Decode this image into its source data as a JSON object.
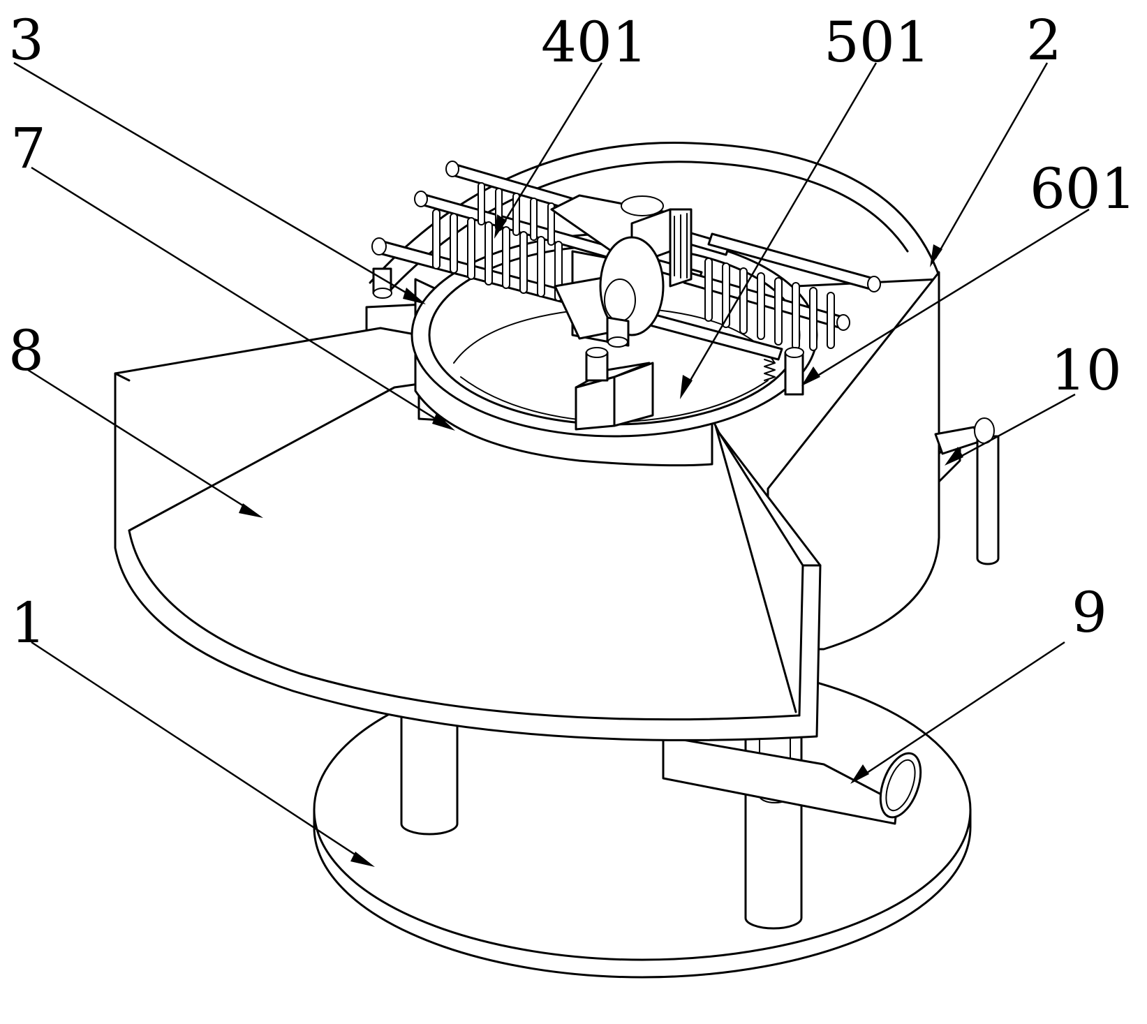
{
  "figure": {
    "callouts": [
      {
        "id": "c3",
        "text": "3"
      },
      {
        "id": "c401",
        "text": "401"
      },
      {
        "id": "c501",
        "text": "501"
      },
      {
        "id": "c2",
        "text": "2"
      },
      {
        "id": "c7",
        "text": "7"
      },
      {
        "id": "c601",
        "text": "601"
      },
      {
        "id": "c8",
        "text": "8"
      },
      {
        "id": "c10",
        "text": "10"
      },
      {
        "id": "c9",
        "text": "9"
      },
      {
        "id": "c1",
        "text": "1"
      }
    ]
  }
}
